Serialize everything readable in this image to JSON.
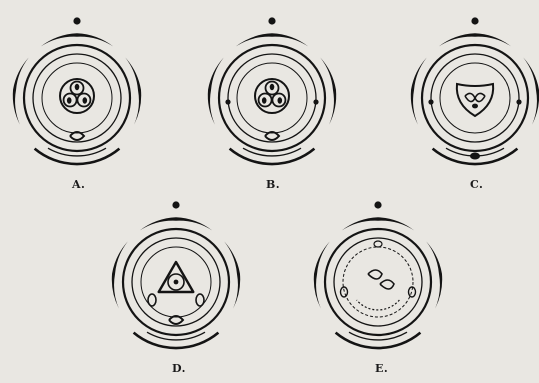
{
  "ink_color": "#141414",
  "paper_color": "#e9e7e2",
  "diagrams": [
    {
      "id": "A",
      "label": "A.",
      "center_variant": "trilobed-ovary",
      "bottom_glyph": "bean"
    },
    {
      "id": "B",
      "label": "B.",
      "center_variant": "trilobed-ovary",
      "bottom_glyph": "bean",
      "side_dots": true
    },
    {
      "id": "C",
      "label": "C.",
      "center_variant": "shield-ovary",
      "bottom_glyph": "dot",
      "side_dots": true
    },
    {
      "id": "D",
      "label": "D.",
      "center_variant": "triangle-ovary",
      "bottom_glyph": "bean"
    },
    {
      "id": "E",
      "label": "E.",
      "center_variant": "reduced-ovary",
      "bottom_glyph": "dotted-arc"
    }
  ]
}
